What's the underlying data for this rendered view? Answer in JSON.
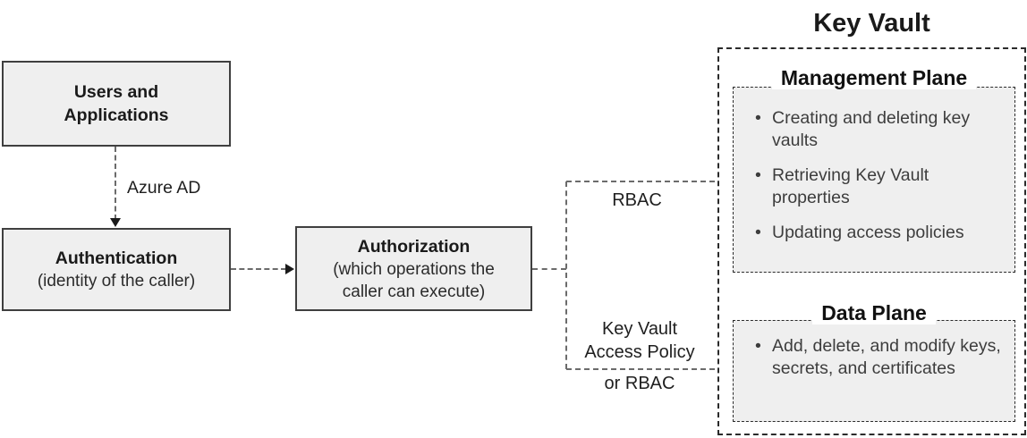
{
  "colors": {
    "box_fill": "#efefef",
    "solid_box_border": "#3f3f3f",
    "dashed_border": "#2b2b2b",
    "connector_dash": "#6b6b6b",
    "arrowhead": "#1a1a1a",
    "heading_text": "#111111",
    "body_text": "#3d3d3d"
  },
  "flow": {
    "users_box": {
      "title": "Users and\nApplications"
    },
    "azure_ad_label": "Azure AD",
    "authentication_box": {
      "title": "Authentication",
      "subtitle": "(identity of the caller)"
    },
    "authorization_box": {
      "title": "Authorization",
      "subtitle": "(which operations the\ncaller can execute)"
    },
    "rbac_label": "RBAC",
    "access_policy_label": "Key Vault\nAccess Policy",
    "or_rbac_label": "or RBAC"
  },
  "key_vault": {
    "title": "Key Vault",
    "management_plane": {
      "title": "Management Plane",
      "items": [
        "Creating and deleting key vaults",
        "Retrieving Key Vault properties",
        "Updating access policies"
      ]
    },
    "data_plane": {
      "title": "Data Plane",
      "items": [
        "Add, delete, and modify keys, secrets, and certificates"
      ]
    }
  }
}
